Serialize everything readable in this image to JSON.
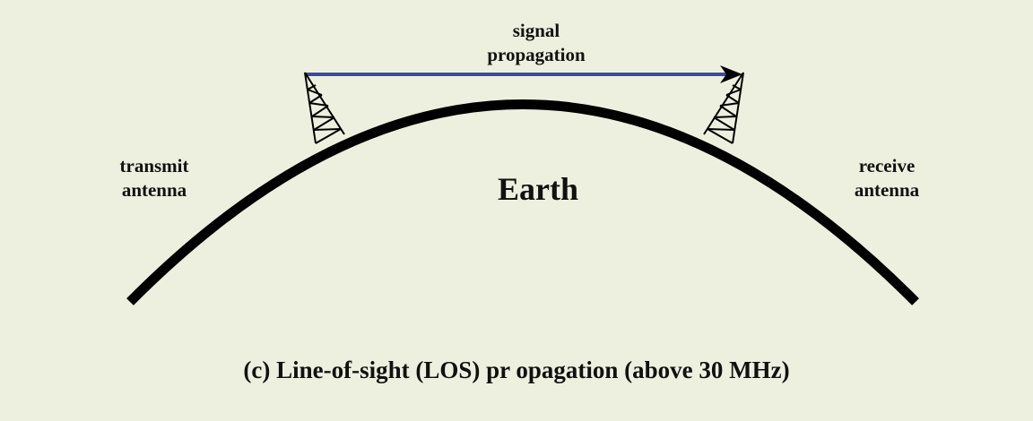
{
  "colors": {
    "background": "#eef0df",
    "earth_curve": "#000000",
    "signal_arrow": "#3f48a0",
    "tower": "#000000",
    "text": "#111111"
  },
  "labels": {
    "signal_line1": "signal",
    "signal_line2": "propagation",
    "transmit_line1": "transmit",
    "transmit_line2": "antenna",
    "receive_line1": "receive",
    "receive_line2": "antenna",
    "earth": "Earth",
    "caption": "(c) Line-of-sight (LOS) pr opagation (above 30 MHz)"
  },
  "icons": {
    "transmit_tower": "antenna-tower-icon",
    "receive_tower": "antenna-tower-icon",
    "signal_arrowhead": "arrowhead-icon"
  }
}
